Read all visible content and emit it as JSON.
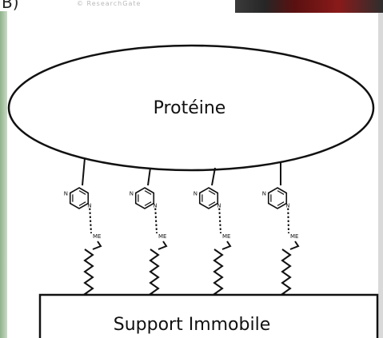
{
  "panel_label": "B)",
  "watermark": "© ResearchGate",
  "protein_label": "Protéine",
  "support_label": "Support Immobile",
  "ring_atom_label": "N",
  "linker_label": "ME",
  "linker_count": 4,
  "colors": {
    "stroke": "#111111",
    "background": "#ffffff",
    "left_strip": "#a6c4a1"
  }
}
